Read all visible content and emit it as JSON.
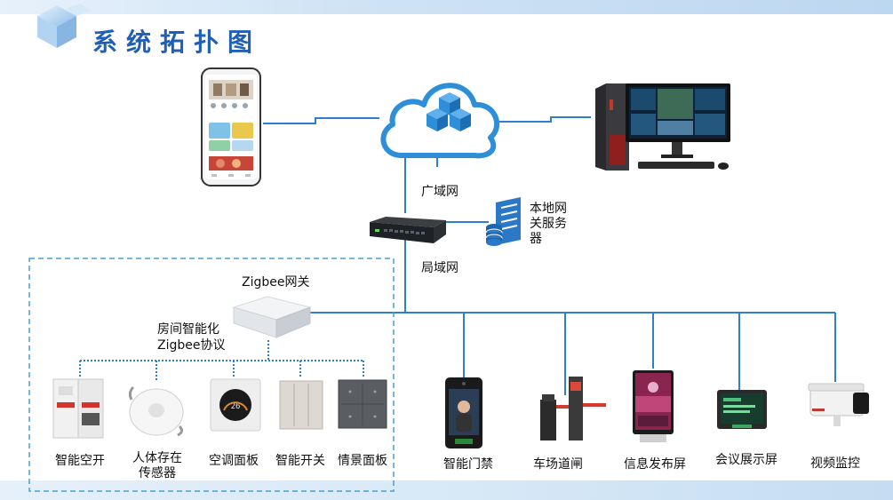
{
  "title": "系统拓扑图",
  "labels": {
    "wan": "广域网",
    "lan": "局域网",
    "local_gateway_server": [
      "本地网",
      "关服务",
      "器"
    ],
    "zigbee_gateway": "Zigbee网关",
    "room_protocol": [
      "房间智能化",
      "Zigbee协议"
    ]
  },
  "room_devices": [
    {
      "label": "智能空开",
      "icon": "breaker-icon"
    },
    {
      "label": [
        "人体存在",
        "传感器"
      ],
      "icon": "presence-sensor-icon"
    },
    {
      "label": "空调面板",
      "icon": "thermostat-icon"
    },
    {
      "label": "智能开关",
      "icon": "switch-icon"
    },
    {
      "label": "情景面板",
      "icon": "scene-panel-icon"
    }
  ],
  "lan_devices": [
    {
      "label": "智能门禁",
      "icon": "face-terminal-icon"
    },
    {
      "label": "车场道闸",
      "icon": "barrier-gate-icon"
    },
    {
      "label": "信息发布屏",
      "icon": "kiosk-display-icon"
    },
    {
      "label": "会议展示屏",
      "icon": "meeting-screen-icon"
    },
    {
      "label": "视频监控",
      "icon": "camera-icon"
    }
  ],
  "colors": {
    "line": "#2f7fce",
    "title": "#1f5fb6",
    "cloud": "#2e8fd8",
    "dashed": "#4a9fd0"
  }
}
